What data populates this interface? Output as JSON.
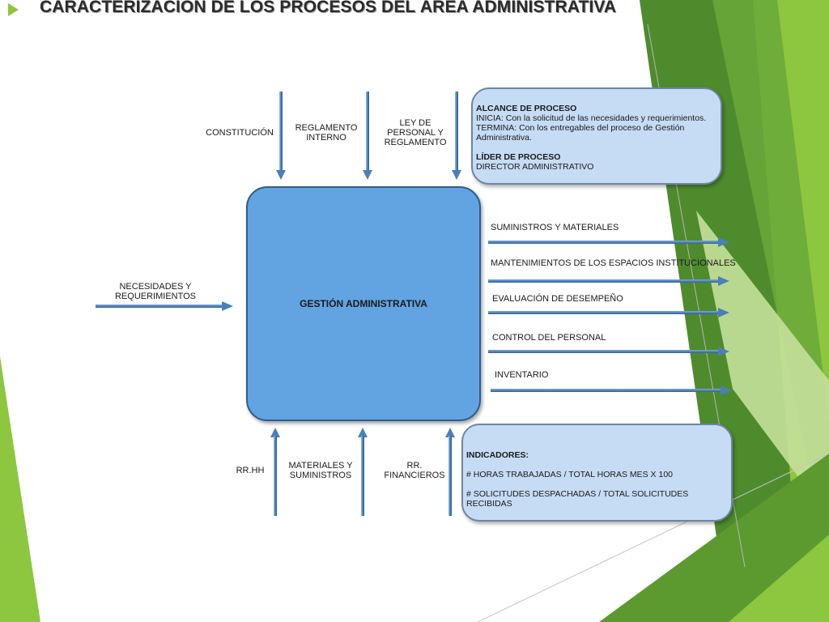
{
  "colors": {
    "arrow": "#4a7fb8",
    "arrow_dark": "#33608f",
    "process_fill": "#62a3e2",
    "info_fill": "#c6dcf5",
    "green_light": "#8dc63f",
    "green_dark": "#4e8b2c"
  },
  "slide": {
    "title": "CARACTERIZACIÓN DE LOS PROCESOS DEL ÁREA ADMINISTRATIVA"
  },
  "controls": [
    {
      "label": "CONSTITUCIÓN"
    },
    {
      "label": "REGLAMENTO\nINTERNO"
    },
    {
      "label": "LEY DE\nPERSONAL Y\nREGLAMENTO"
    }
  ],
  "input": {
    "label": "NECESIDADES Y\nREQUERIMIENTOS"
  },
  "process": {
    "name": "GESTIÓN ADMINISTRATIVA"
  },
  "outputs": [
    {
      "label": "SUMINISTROS Y MATERIALES"
    },
    {
      "label": "MANTENIMIENTOS DE LOS ESPACIOS INSTITUCIONALES"
    },
    {
      "label": "EVALUACIÓN DE DESEMPEÑO"
    },
    {
      "label": "CONTROL DEL PERSONAL"
    },
    {
      "label": "INVENTARIO"
    }
  ],
  "resources": [
    {
      "label": "RR.HH"
    },
    {
      "label": "MATERIALES Y\nSUMINISTROS"
    },
    {
      "label": "RR.\nFINANCIEROS"
    }
  ],
  "scope": {
    "heading": "ALCANCE DE PROCESO",
    "starts": "INICIA: Con la solicitud de las necesidades y requerimientos.",
    "ends": "TERMINA: Con los entregables del proceso de Gestión Administrativa.",
    "leader_heading": "LÍDER DE PROCESO",
    "leader": "DIRECTOR ADMINISTRATIVO"
  },
  "indicators": {
    "heading": "INDICADORES:",
    "items": [
      "# HORAS TRABAJADAS / TOTAL HORAS MES X 100",
      "# SOLICITUDES DESPACHADAS / TOTAL SOLICITUDES RECIBIDAS"
    ]
  }
}
